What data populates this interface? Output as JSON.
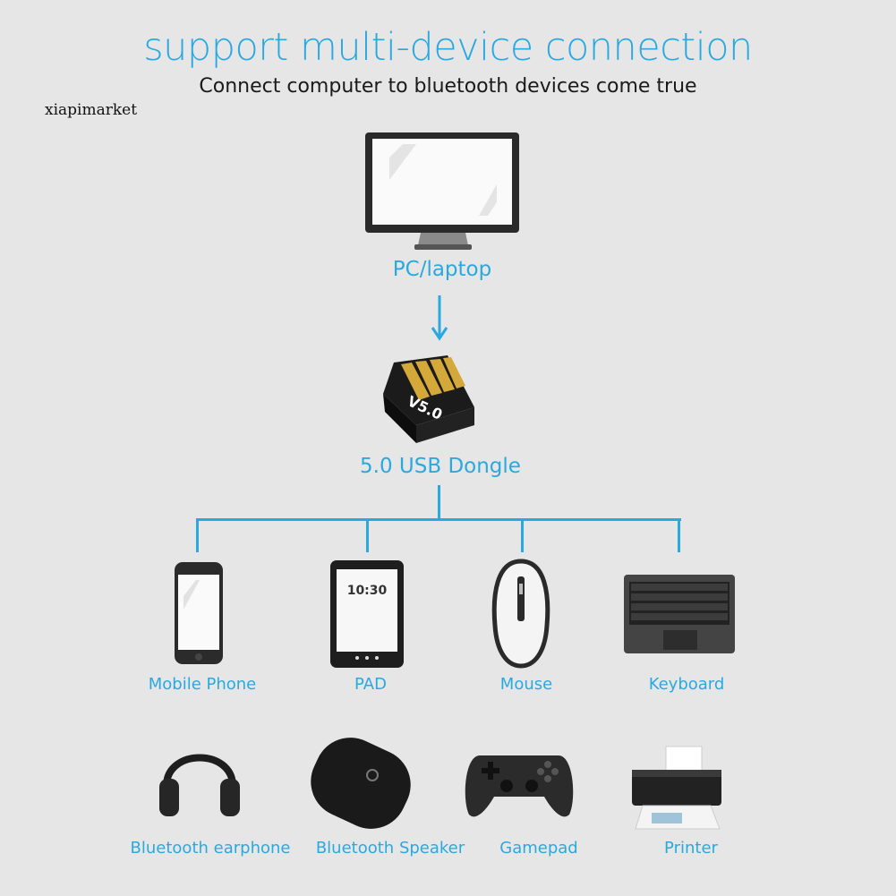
{
  "header": {
    "title": "support multi-device connection",
    "subtitle": "Connect computer to bluetooth devices come true",
    "watermark": "xiapimarket"
  },
  "hub": {
    "pc_label": "PC/laptop",
    "dongle_label": "5.0 USB Dongle",
    "dongle_marking": "V5.0"
  },
  "devices": [
    {
      "label": "Mobile Phone",
      "icon": "mobile-phone"
    },
    {
      "label": "PAD",
      "icon": "tablet",
      "screen_time": "10:30"
    },
    {
      "label": "Mouse",
      "icon": "mouse"
    },
    {
      "label": "Keyboard",
      "icon": "keyboard"
    },
    {
      "label": "Bluetooth earphone",
      "icon": "headphones"
    },
    {
      "label": "Bluetooth Speaker",
      "icon": "speaker"
    },
    {
      "label": "Gamepad",
      "icon": "gamepad"
    },
    {
      "label": "Printer",
      "icon": "printer"
    }
  ],
  "colors": {
    "accent": "#2aa9e0",
    "background": "#e6e6e6"
  }
}
